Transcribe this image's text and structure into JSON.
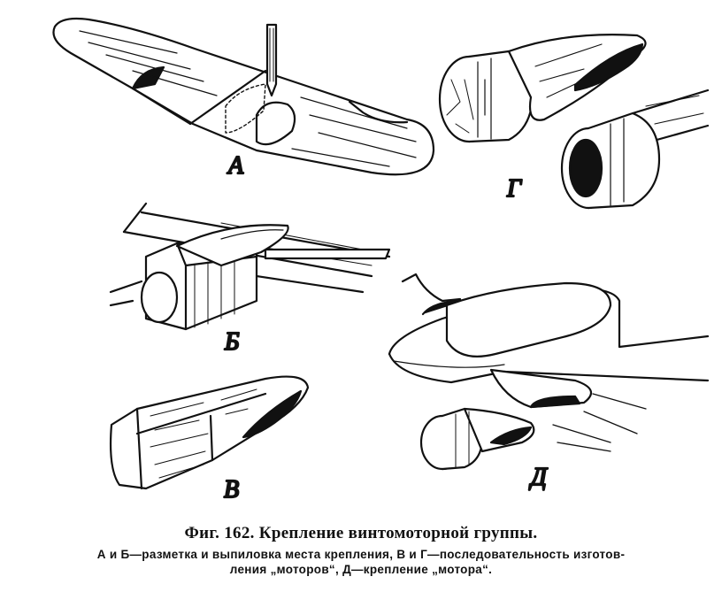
{
  "figure": {
    "panels": [
      {
        "id": "A",
        "label": "А"
      },
      {
        "id": "B",
        "label": "Б"
      },
      {
        "id": "V",
        "label": "В"
      },
      {
        "id": "G",
        "label": "Г"
      },
      {
        "id": "D",
        "label": "Д"
      }
    ]
  },
  "caption": {
    "title": "Фиг. 162. Крепление винтомоторной группы.",
    "line1": "А и Б—разметка и выпиловка места крепления,  В и Г—последовательность изготов-",
    "line2": "ления „моторов“, Д—крепление „мотора“."
  }
}
